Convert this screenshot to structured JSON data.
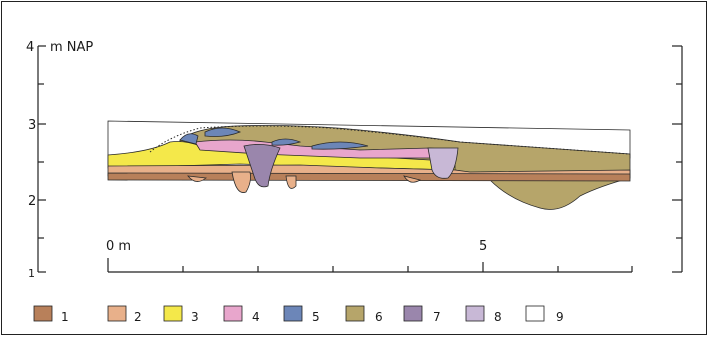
{
  "elevation_axis": {
    "unit_label": "m NAP",
    "ticks": [
      {
        "value": 4,
        "label": "4"
      },
      {
        "value": 3,
        "label": "3"
      },
      {
        "value": 2,
        "label": "2"
      },
      {
        "value": 1,
        "label": "1"
      }
    ]
  },
  "distance_scale": {
    "start_label": "0 m",
    "mid_label": "5"
  },
  "legend": [
    {
      "label": "1",
      "color": "#b8805a"
    },
    {
      "label": "2",
      "color": "#e8b08a"
    },
    {
      "label": "3",
      "color": "#f4e84a"
    },
    {
      "label": "4",
      "color": "#e8a6cc"
    },
    {
      "label": "5",
      "color": "#6c86b8"
    },
    {
      "label": "6",
      "color": "#b6a56a"
    },
    {
      "label": "7",
      "color": "#9a86ac"
    },
    {
      "label": "8",
      "color": "#c8b8d6"
    },
    {
      "label": "9",
      "color": "#ffffff"
    }
  ]
}
